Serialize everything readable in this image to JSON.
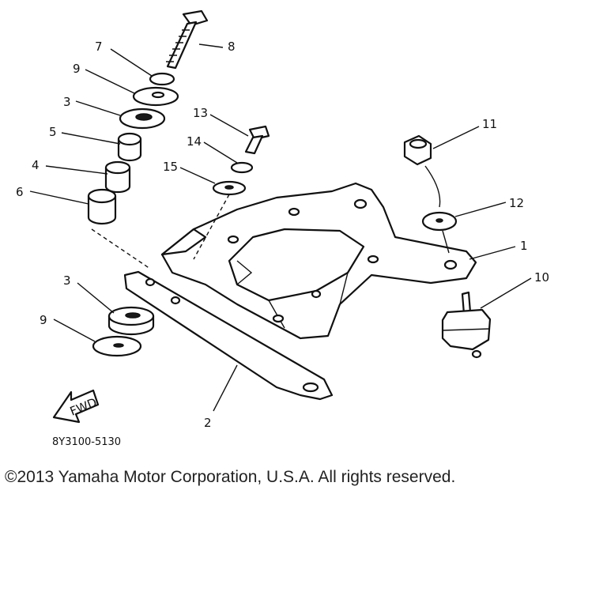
{
  "diagram": {
    "drawing_code": "8Y3100-5130",
    "fwd_label": "FWD",
    "callouts": [
      {
        "id": "c1",
        "label": "1"
      },
      {
        "id": "c2",
        "label": "2"
      },
      {
        "id": "c3a",
        "label": "3"
      },
      {
        "id": "c3b",
        "label": "3"
      },
      {
        "id": "c4",
        "label": "4"
      },
      {
        "id": "c5",
        "label": "5"
      },
      {
        "id": "c6",
        "label": "6"
      },
      {
        "id": "c7",
        "label": "7"
      },
      {
        "id": "c8",
        "label": "8"
      },
      {
        "id": "c9a",
        "label": "9"
      },
      {
        "id": "c9b",
        "label": "9"
      },
      {
        "id": "c10",
        "label": "10"
      },
      {
        "id": "c11",
        "label": "11"
      },
      {
        "id": "c12",
        "label": "12"
      },
      {
        "id": "c13",
        "label": "13"
      },
      {
        "id": "c14",
        "label": "14"
      },
      {
        "id": "c15",
        "label": "15"
      }
    ]
  },
  "footer": {
    "copyright": "©2013 Yamaha Motor Corporation, U.S.A. All rights reserved."
  }
}
